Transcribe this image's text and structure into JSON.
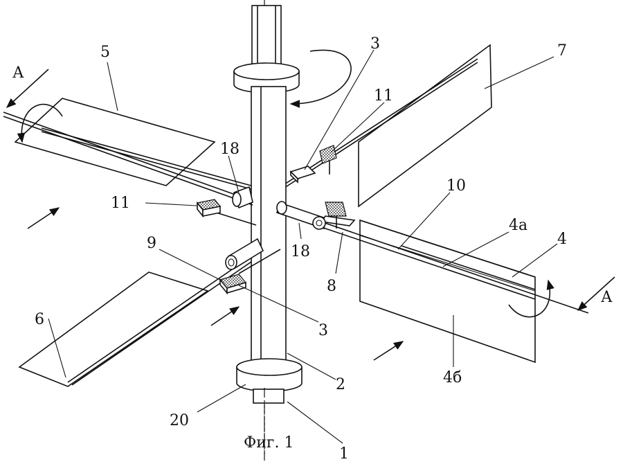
{
  "figure": {
    "caption": "Фиг. 1",
    "section_left": "А",
    "section_right": "А"
  },
  "labels": {
    "l5": "5",
    "l3_top": "3",
    "l7": "7",
    "l11_right": "11",
    "l18_top": "18",
    "l11_left": "11",
    "l10": "10",
    "l4a": "4а",
    "l4": "4",
    "l9": "9",
    "l18_bottom": "18",
    "l8": "8",
    "l6": "6",
    "l3_bottom": "3",
    "l2": "2",
    "l20": "20",
    "l4b": "4б",
    "l1": "1"
  }
}
